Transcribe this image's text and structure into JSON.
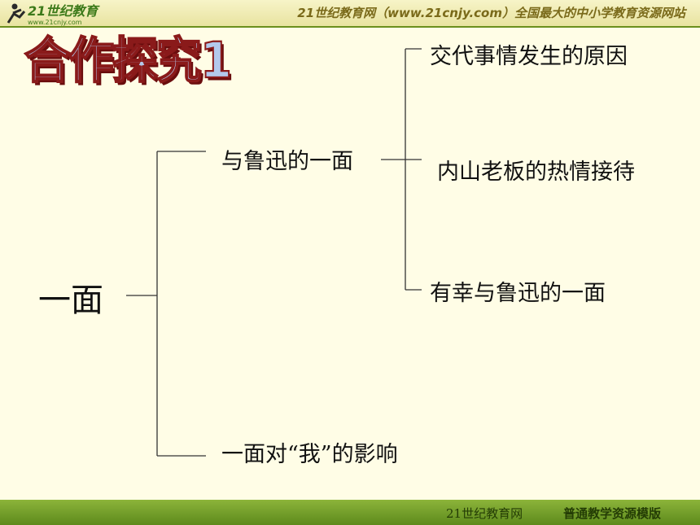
{
  "header": {
    "logo_text": "21世纪教育",
    "logo_url": "www.21cnjy.com",
    "site_text": "21世纪教育网（www.21cnjy.com）全国最大的中小学教育资源网站"
  },
  "slide": {
    "title": "合作探究1"
  },
  "diagram": {
    "root": "一面",
    "branches": [
      {
        "label": "与鲁迅的一面",
        "children": [
          "交代事情发生的原因",
          "内山老板的热情接待",
          "有幸与鲁迅的一面"
        ]
      },
      {
        "label": "一面对“我”的影响",
        "children": []
      }
    ]
  },
  "footer": {
    "left": "21世纪教育网",
    "right": "普通教学资源模版"
  },
  "colors": {
    "accent": "#6a8f1e",
    "title_fill": "#b3c9ec",
    "title_stroke": "#8a1a1a"
  }
}
